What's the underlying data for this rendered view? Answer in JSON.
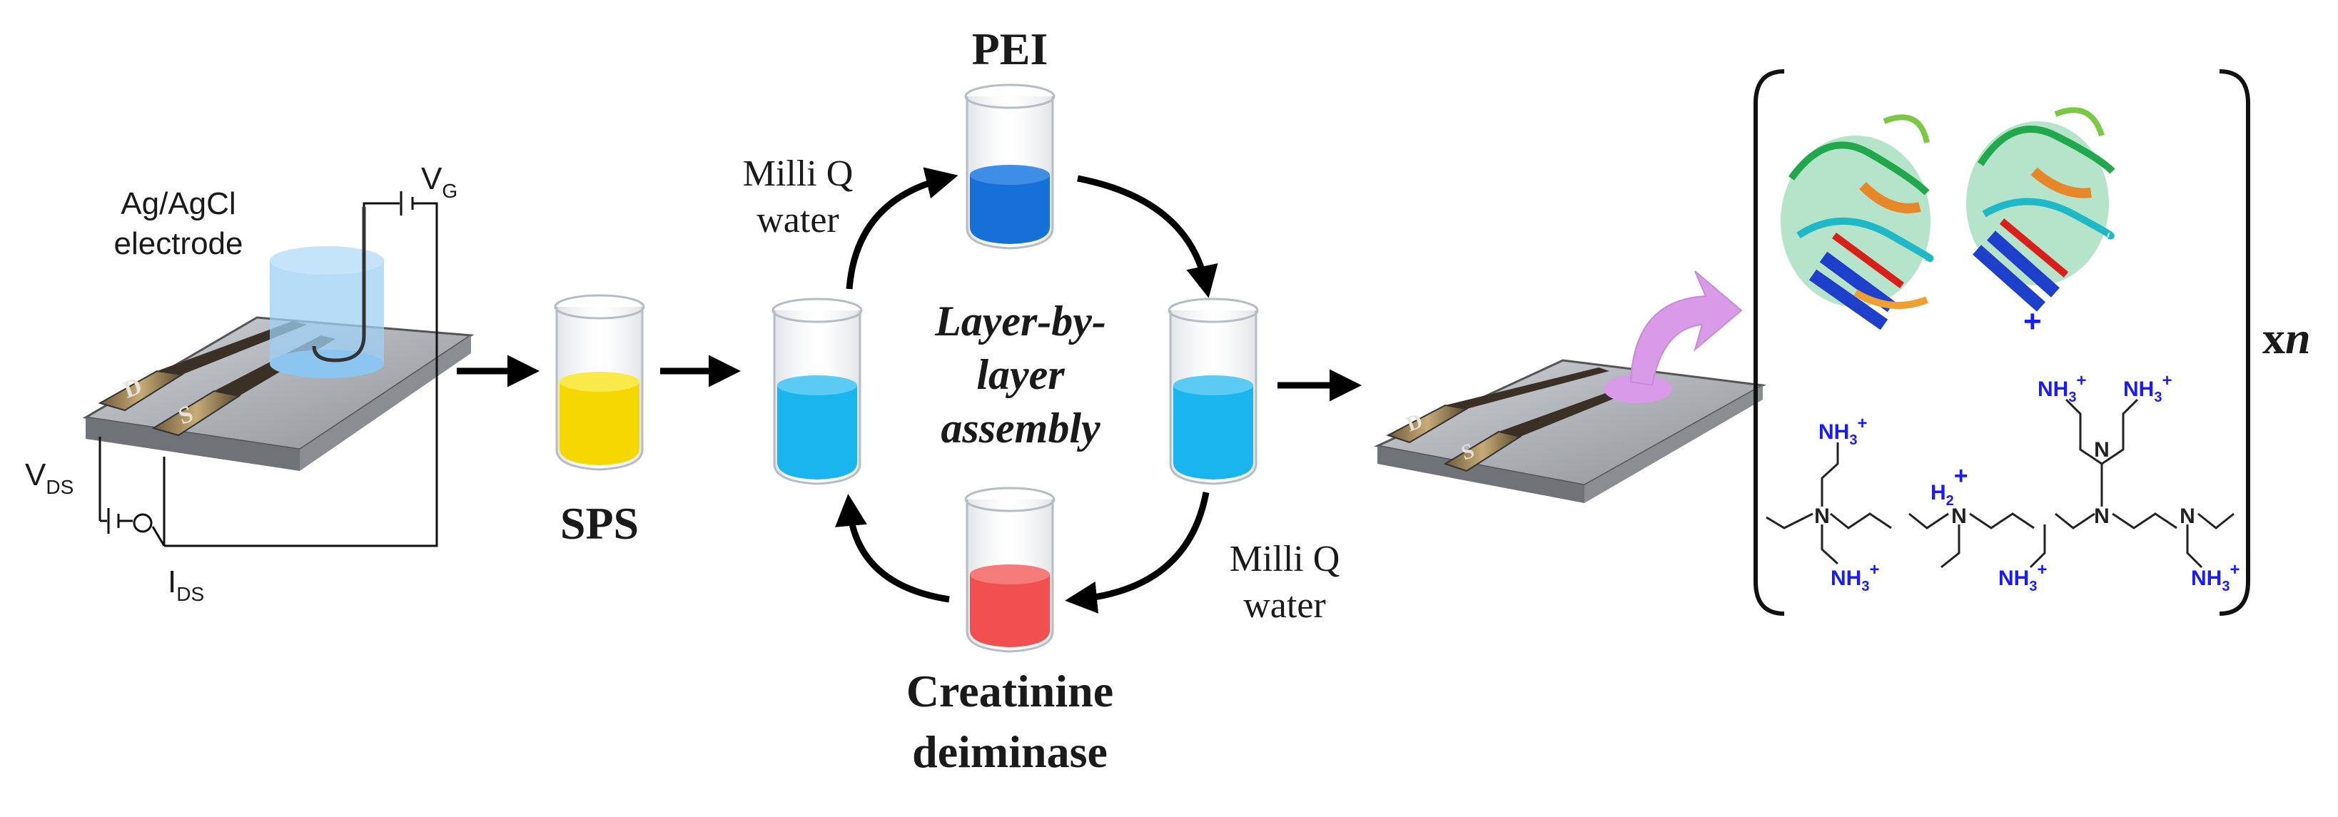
{
  "fet": {
    "electrode_label": [
      "Ag/AgCl",
      "electrode"
    ],
    "vg": {
      "main": "V",
      "sub": "G"
    },
    "vds": {
      "main": "V",
      "sub": "DS"
    },
    "ids": {
      "main": "I",
      "sub": "DS"
    },
    "pad_d": "D",
    "pad_s": "S"
  },
  "sps_label": "SPS",
  "cycle": {
    "pei_label": "PEI",
    "creatinine_label": [
      "Creatinine",
      "deiminase"
    ],
    "wash_top": [
      "Milli Q",
      "water"
    ],
    "wash_bottom": [
      "Milli Q",
      "water"
    ],
    "center_label": [
      "Layer-by-",
      "layer",
      "assembly"
    ]
  },
  "structure": {
    "groups": {
      "nh3_main": "NH",
      "nh3_sub": "3",
      "nh3_sup": "+",
      "h2_main": "H",
      "h2_sub": "2",
      "h2_sup": "+",
      "n": "N",
      "plus": "+"
    },
    "repeat": {
      "x": "x",
      "n": "n"
    }
  },
  "colors": {
    "sps": "#f5d800",
    "pei": "#1670d8",
    "wash": "#1ab4ee",
    "creatinine": "#f25050",
    "amine": "#1a1aff",
    "pointer": "#d99ae8"
  }
}
